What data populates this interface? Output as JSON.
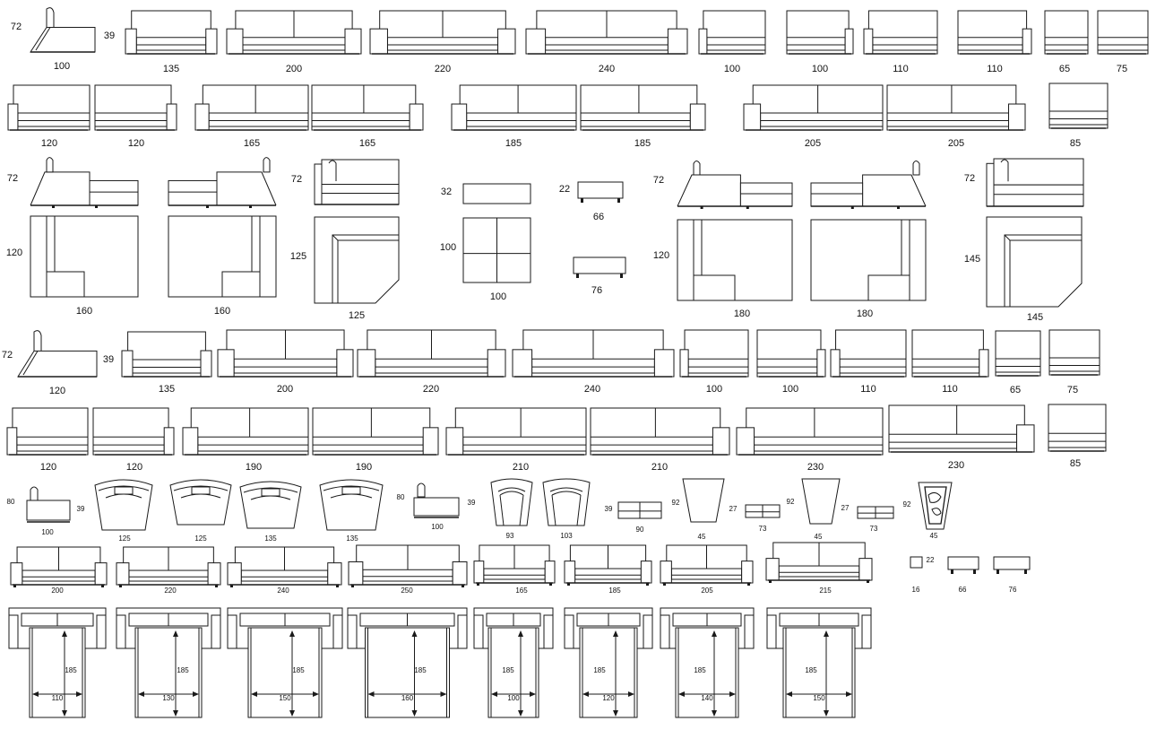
{
  "labels": {
    "r1": [
      "72",
      "39",
      "100",
      "135",
      "200",
      "220",
      "240",
      "100",
      "100",
      "110",
      "110",
      "65",
      "75"
    ],
    "r2": [
      "120",
      "120",
      "165",
      "165",
      "185",
      "185",
      "205",
      "205",
      "85"
    ],
    "r3": [
      "72",
      "120",
      "160",
      "160",
      "72",
      "125",
      "125",
      "32",
      "100",
      "100",
      "22",
      "66",
      "76",
      "72",
      "120",
      "180",
      "180",
      "72",
      "145",
      "145"
    ],
    "r4": [
      "72",
      "39",
      "120",
      "135",
      "200",
      "220",
      "240",
      "100",
      "100",
      "110",
      "110",
      "65",
      "75"
    ],
    "r5": [
      "120",
      "120",
      "190",
      "190",
      "210",
      "210",
      "230",
      "230",
      "85"
    ],
    "r6": [
      "80",
      "39",
      "100",
      "125",
      "125",
      "135",
      "135",
      "80",
      "39",
      "100",
      "93",
      "103",
      "39",
      "90",
      "92",
      "45",
      "27",
      "73",
      "92",
      "45",
      "27",
      "73",
      "92",
      "45"
    ],
    "r7": [
      "200",
      "220",
      "240",
      "250",
      "165",
      "185",
      "205",
      "215",
      "22",
      "16",
      "66",
      "76"
    ],
    "r8": [
      "185",
      "110",
      "185",
      "130",
      "185",
      "150",
      "185",
      "160",
      "185",
      "100",
      "185",
      "120",
      "185",
      "140",
      "185",
      "150"
    ]
  }
}
